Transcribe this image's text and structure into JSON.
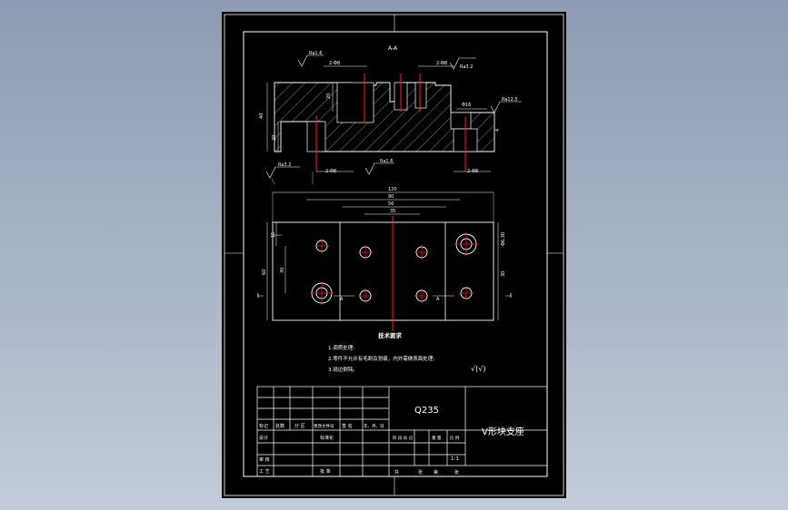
{
  "drawing": {
    "title": "V形块支座",
    "material": "Q235",
    "scale": "1:1",
    "section_label": "A-A",
    "surface_finish": {
      "top_left": "Ra1.6",
      "top_right": "Ra3.2",
      "right": "Ra12.5",
      "bottom_left": "Ra3.2",
      "bottom_mid": "Ra1.6",
      "general": "√(√)"
    },
    "dims_section": {
      "hole_left_top": "2-Φ8",
      "hole_right_top": "2-Φ8",
      "left_height": "40",
      "left_lower": "20",
      "mid_height": "20",
      "right_dia": "Φ16",
      "right_small": "4",
      "bottom_left_holes": "2-Φ8",
      "bottom_right_holes": "2-Φ8"
    },
    "dims_plan": {
      "width_total": "120",
      "width_90": "90",
      "width_56": "56",
      "width_35": "35",
      "left_15": "15",
      "left_30": "30",
      "left_60": "60",
      "right_counterbore": "Φ6.30",
      "right_30": "30",
      "section_marker_a": "A"
    },
    "tech_requirements": {
      "heading": "技术要求",
      "items": [
        "1.调质处理;",
        "2.零件不允许有毛刺及划痕，内外需做表面处理;",
        "3.锐边倒钝。"
      ]
    },
    "title_block": {
      "row_header": [
        "标记",
        "处数",
        "分 区",
        "更改文件号",
        "签 名",
        "年、月、日"
      ],
      "designer": "设计",
      "standardize": "标准化",
      "review": "审 核",
      "process": "工 艺",
      "approve": "批 准",
      "stage_header": [
        "阶 段 标 记",
        "重 量",
        "比 例"
      ],
      "footer": [
        "共",
        "张",
        "第",
        "张"
      ]
    }
  }
}
